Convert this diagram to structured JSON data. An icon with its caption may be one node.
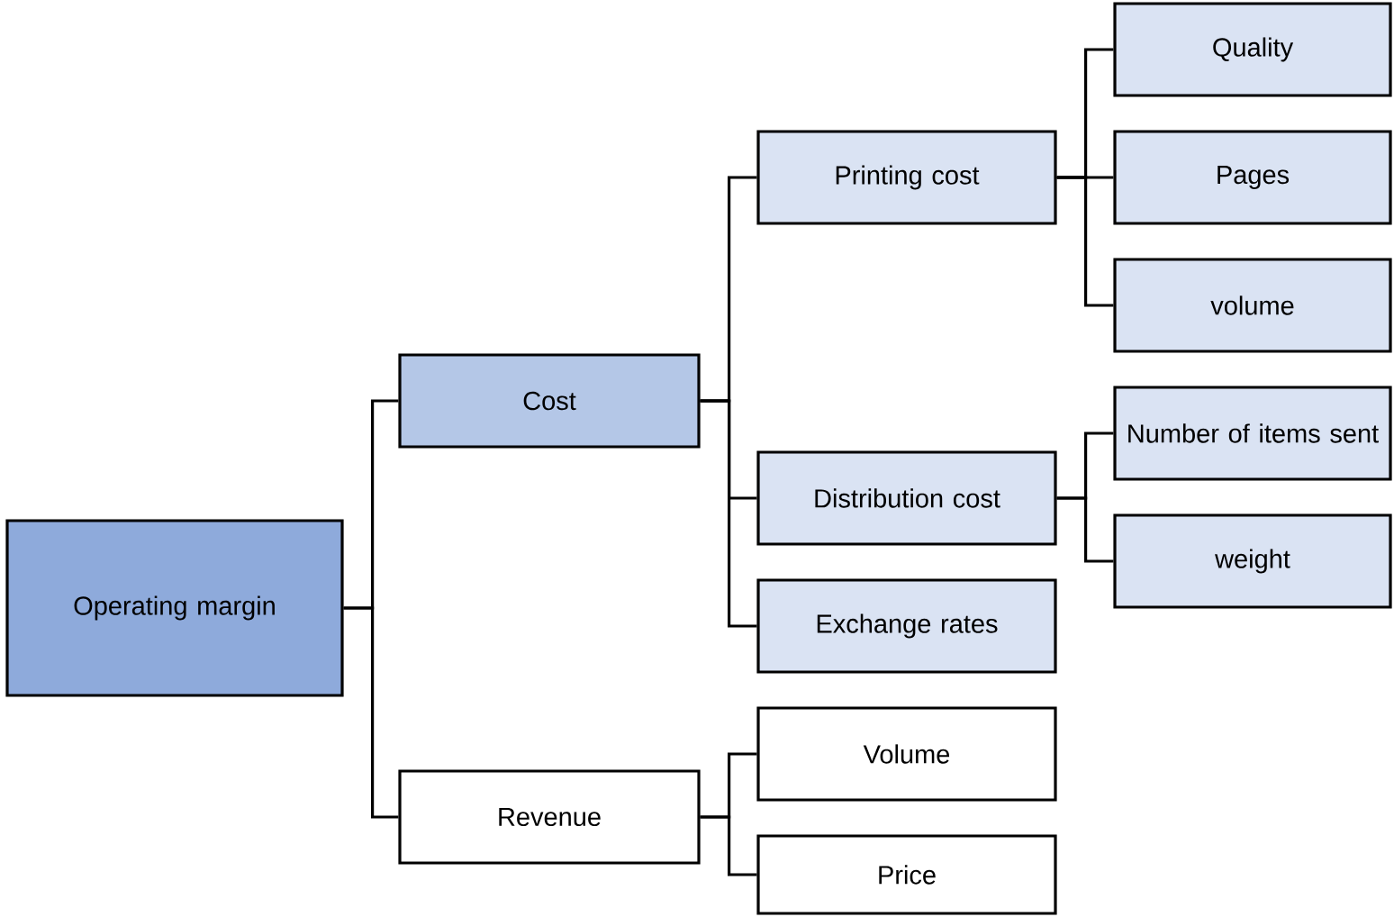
{
  "diagram": {
    "nodes": [
      {
        "text": [
          "Operating margin"
        ]
      },
      {
        "text": [
          "Cost"
        ]
      },
      {
        "text": [
          "Printing cost"
        ]
      },
      {
        "text": [
          "Quality"
        ]
      },
      {
        "text": [
          "Pages"
        ]
      },
      {
        "text": [
          "volume"
        ]
      },
      {
        "text": [
          "Distribution cost"
        ]
      },
      {
        "text": [
          "Number of items sent"
        ]
      },
      {
        "text": [
          "weight"
        ]
      },
      {
        "text": [
          "Exchange rates"
        ]
      },
      {
        "text": [
          "Revenue"
        ]
      },
      {
        "text": [
          "Volume"
        ]
      },
      {
        "text": [
          "Price"
        ]
      }
    ],
    "edges": [
      {
        "from": 0,
        "to": 1,
        "arrow": "none"
      },
      {
        "from": 0,
        "to": 10,
        "arrow": "none"
      },
      {
        "from": 1,
        "to": 2,
        "arrow": "none"
      },
      {
        "from": 1,
        "to": 6,
        "arrow": "none"
      },
      {
        "from": 1,
        "to": 9,
        "arrow": "none"
      },
      {
        "from": 2,
        "to": 3,
        "arrow": "none"
      },
      {
        "from": 2,
        "to": 4,
        "arrow": "none"
      },
      {
        "from": 2,
        "to": 5,
        "arrow": "none"
      },
      {
        "from": 6,
        "to": 7,
        "arrow": "none"
      },
      {
        "from": 6,
        "to": 8,
        "arrow": "none"
      },
      {
        "from": 10,
        "to": 11,
        "arrow": "none"
      },
      {
        "from": 10,
        "to": 12,
        "arrow": "none"
      }
    ]
  }
}
